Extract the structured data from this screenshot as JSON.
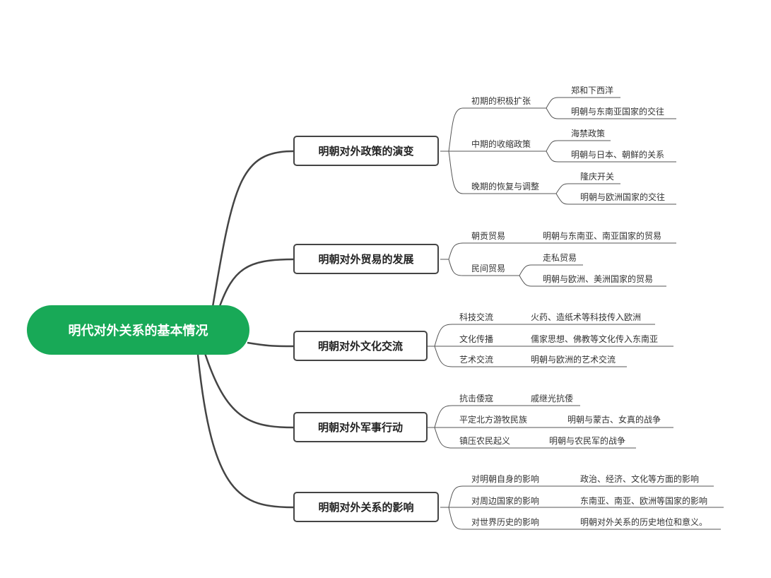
{
  "root": {
    "label": "明代对外关系的基本情况",
    "color": "#18a957"
  },
  "branches": [
    {
      "label": "明朝对外政策的演变",
      "items": [
        {
          "label": "初期的积极扩张",
          "children": [
            "郑和下西洋",
            "明朝与东南亚国家的交往"
          ]
        },
        {
          "label": "中期的收缩政策",
          "children": [
            "海禁政策",
            "明朝与日本、朝鲜的关系"
          ]
        },
        {
          "label": "晚期的恢复与调整",
          "children": [
            "隆庆开关",
            "明朝与欧洲国家的交往"
          ]
        }
      ]
    },
    {
      "label": "明朝对外贸易的发展",
      "items": [
        {
          "label": "朝贡贸易",
          "children": [
            "明朝与东南亚、南亚国家的贸易"
          ]
        },
        {
          "label": "民间贸易",
          "children": [
            "走私贸易",
            "明朝与欧洲、美洲国家的贸易"
          ]
        }
      ]
    },
    {
      "label": "明朝对外文化交流",
      "items": [
        {
          "label": "科技交流",
          "children": [
            "火药、造纸术等科技传入欧洲"
          ]
        },
        {
          "label": "文化传播",
          "children": [
            "儒家思想、佛教等文化传入东南亚"
          ]
        },
        {
          "label": "艺术交流",
          "children": [
            "明朝与欧洲的艺术交流"
          ]
        }
      ]
    },
    {
      "label": "明朝对外军事行动",
      "items": [
        {
          "label": "抗击倭寇",
          "children": [
            "戚继光抗倭"
          ]
        },
        {
          "label": "平定北方游牧民族",
          "children": [
            "明朝与蒙古、女真的战争"
          ]
        },
        {
          "label": "镇压农民起义",
          "children": [
            "明朝与农民军的战争"
          ]
        }
      ]
    },
    {
      "label": "明朝对外关系的影响",
      "items": [
        {
          "label": "对明朝自身的影响",
          "children": [
            "政治、经济、文化等方面的影响"
          ]
        },
        {
          "label": "对周边国家的影响",
          "children": [
            "东南亚、南亚、欧洲等国家的影响"
          ]
        },
        {
          "label": "对世界历史的影响",
          "children": [
            "明朝对外关系的历史地位和意义。"
          ]
        }
      ]
    }
  ]
}
